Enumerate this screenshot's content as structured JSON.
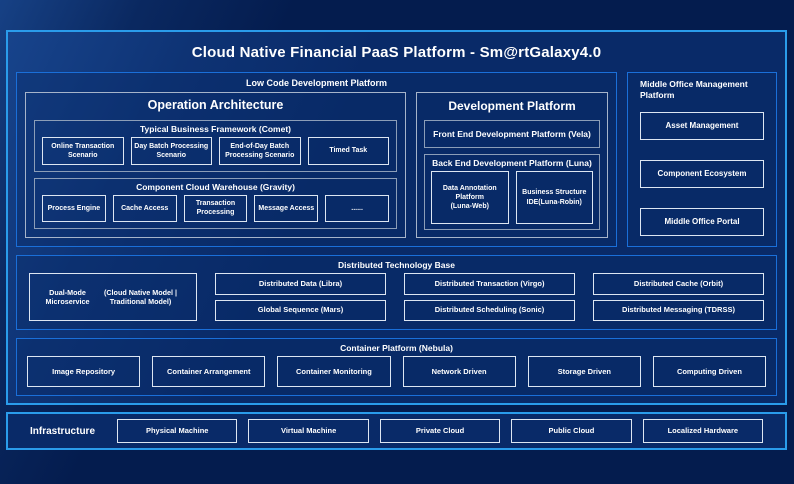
{
  "colors": {
    "page_bg": "#041C4E",
    "frame_bg": "#092A68",
    "outer_border": "#2A9CEB",
    "section_border": "#1A6FD9",
    "mid_border": "#A6B4CA",
    "sub_border": "#8C9EB8",
    "leaf_border": "#DDE6F2",
    "text": "#FFFFFF"
  },
  "header": {
    "title": "Cloud Native Financial PaaS Platform - Sm@rtGalaxy4.0"
  },
  "low_code": {
    "title": "Low Code Development Platform",
    "operation": {
      "title": "Operation Architecture",
      "comet": {
        "title": "Typical Business Framework (Comet)",
        "items": [
          "Online Transaction Scenario",
          "Day Batch Processing Scenario",
          "End-of-Day Batch Processing Scenario",
          "Timed Task"
        ]
      },
      "gravity": {
        "title": "Component Cloud Warehouse (Gravity)",
        "items": [
          "Process Engine",
          "Cache Access",
          "Transaction Processing",
          "Message Access",
          "......"
        ]
      }
    },
    "development": {
      "title": "Development Platform",
      "front_end": {
        "label": "Front End Development Platform (Vela)"
      },
      "back_end": {
        "title": "Back End Development Platform (Luna)",
        "items": [
          {
            "name": "Data Annotation Platform",
            "code": "(Luna-Web)"
          },
          {
            "name": "Business Structure",
            "code": "IDE(Luna-Robin)"
          }
        ]
      }
    }
  },
  "middle_office": {
    "title": "Middle Office Management Platform",
    "items": [
      "Asset Management",
      "Component Ecosystem",
      "Middle Office Portal"
    ]
  },
  "distributed": {
    "title": "Distributed Technology Base",
    "dual_mode": {
      "line1": "Dual-Mode Microservice",
      "line2": "(Cloud Native Model | Traditional Model)"
    },
    "row1": [
      "Distributed Data (Libra)",
      "Distributed Transaction (Virgo)",
      "Distributed Cache (Orbit)"
    ],
    "row2": [
      "Global Sequence (Mars)",
      "Distributed Scheduling (Sonic)",
      "Distributed Messaging (TDRSS)"
    ]
  },
  "container_platform": {
    "title": "Container Platform (Nebula)",
    "items": [
      "Image Repository",
      "Container Arrangement",
      "Container Monitoring",
      "Network Driven",
      "Storage Driven",
      "Computing Driven"
    ]
  },
  "infrastructure": {
    "label": "Infrastructure",
    "items": [
      "Physical Machine",
      "Virtual Machine",
      "Private Cloud",
      "Public Cloud",
      "Localized Hardware"
    ]
  }
}
